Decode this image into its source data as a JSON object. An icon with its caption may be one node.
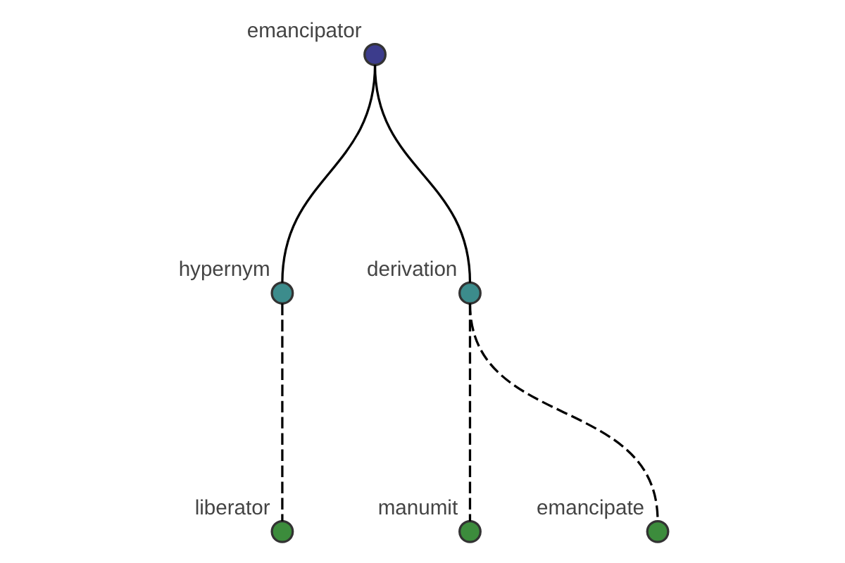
{
  "diagram": {
    "nodes": [
      {
        "text": [
          "emancipator"
        ]
      },
      {
        "text": [
          "hypernym"
        ]
      },
      {
        "text": [
          "liberator"
        ]
      },
      {
        "text": [
          "derivation"
        ]
      },
      {
        "text": [
          "manumit"
        ]
      },
      {
        "text": [
          "emancipate"
        ]
      }
    ],
    "edges": [
      {
        "from": 0,
        "to": 1,
        "arrow": "none"
      },
      {
        "from": 1,
        "to": 2,
        "arrow": "none",
        "style": "dashed"
      },
      {
        "from": 0,
        "to": 3,
        "arrow": "none"
      },
      {
        "from": 3,
        "to": 4,
        "arrow": "none",
        "style": "dashed"
      },
      {
        "from": 3,
        "to": 5,
        "arrow": "none",
        "style": "dashed"
      }
    ]
  }
}
